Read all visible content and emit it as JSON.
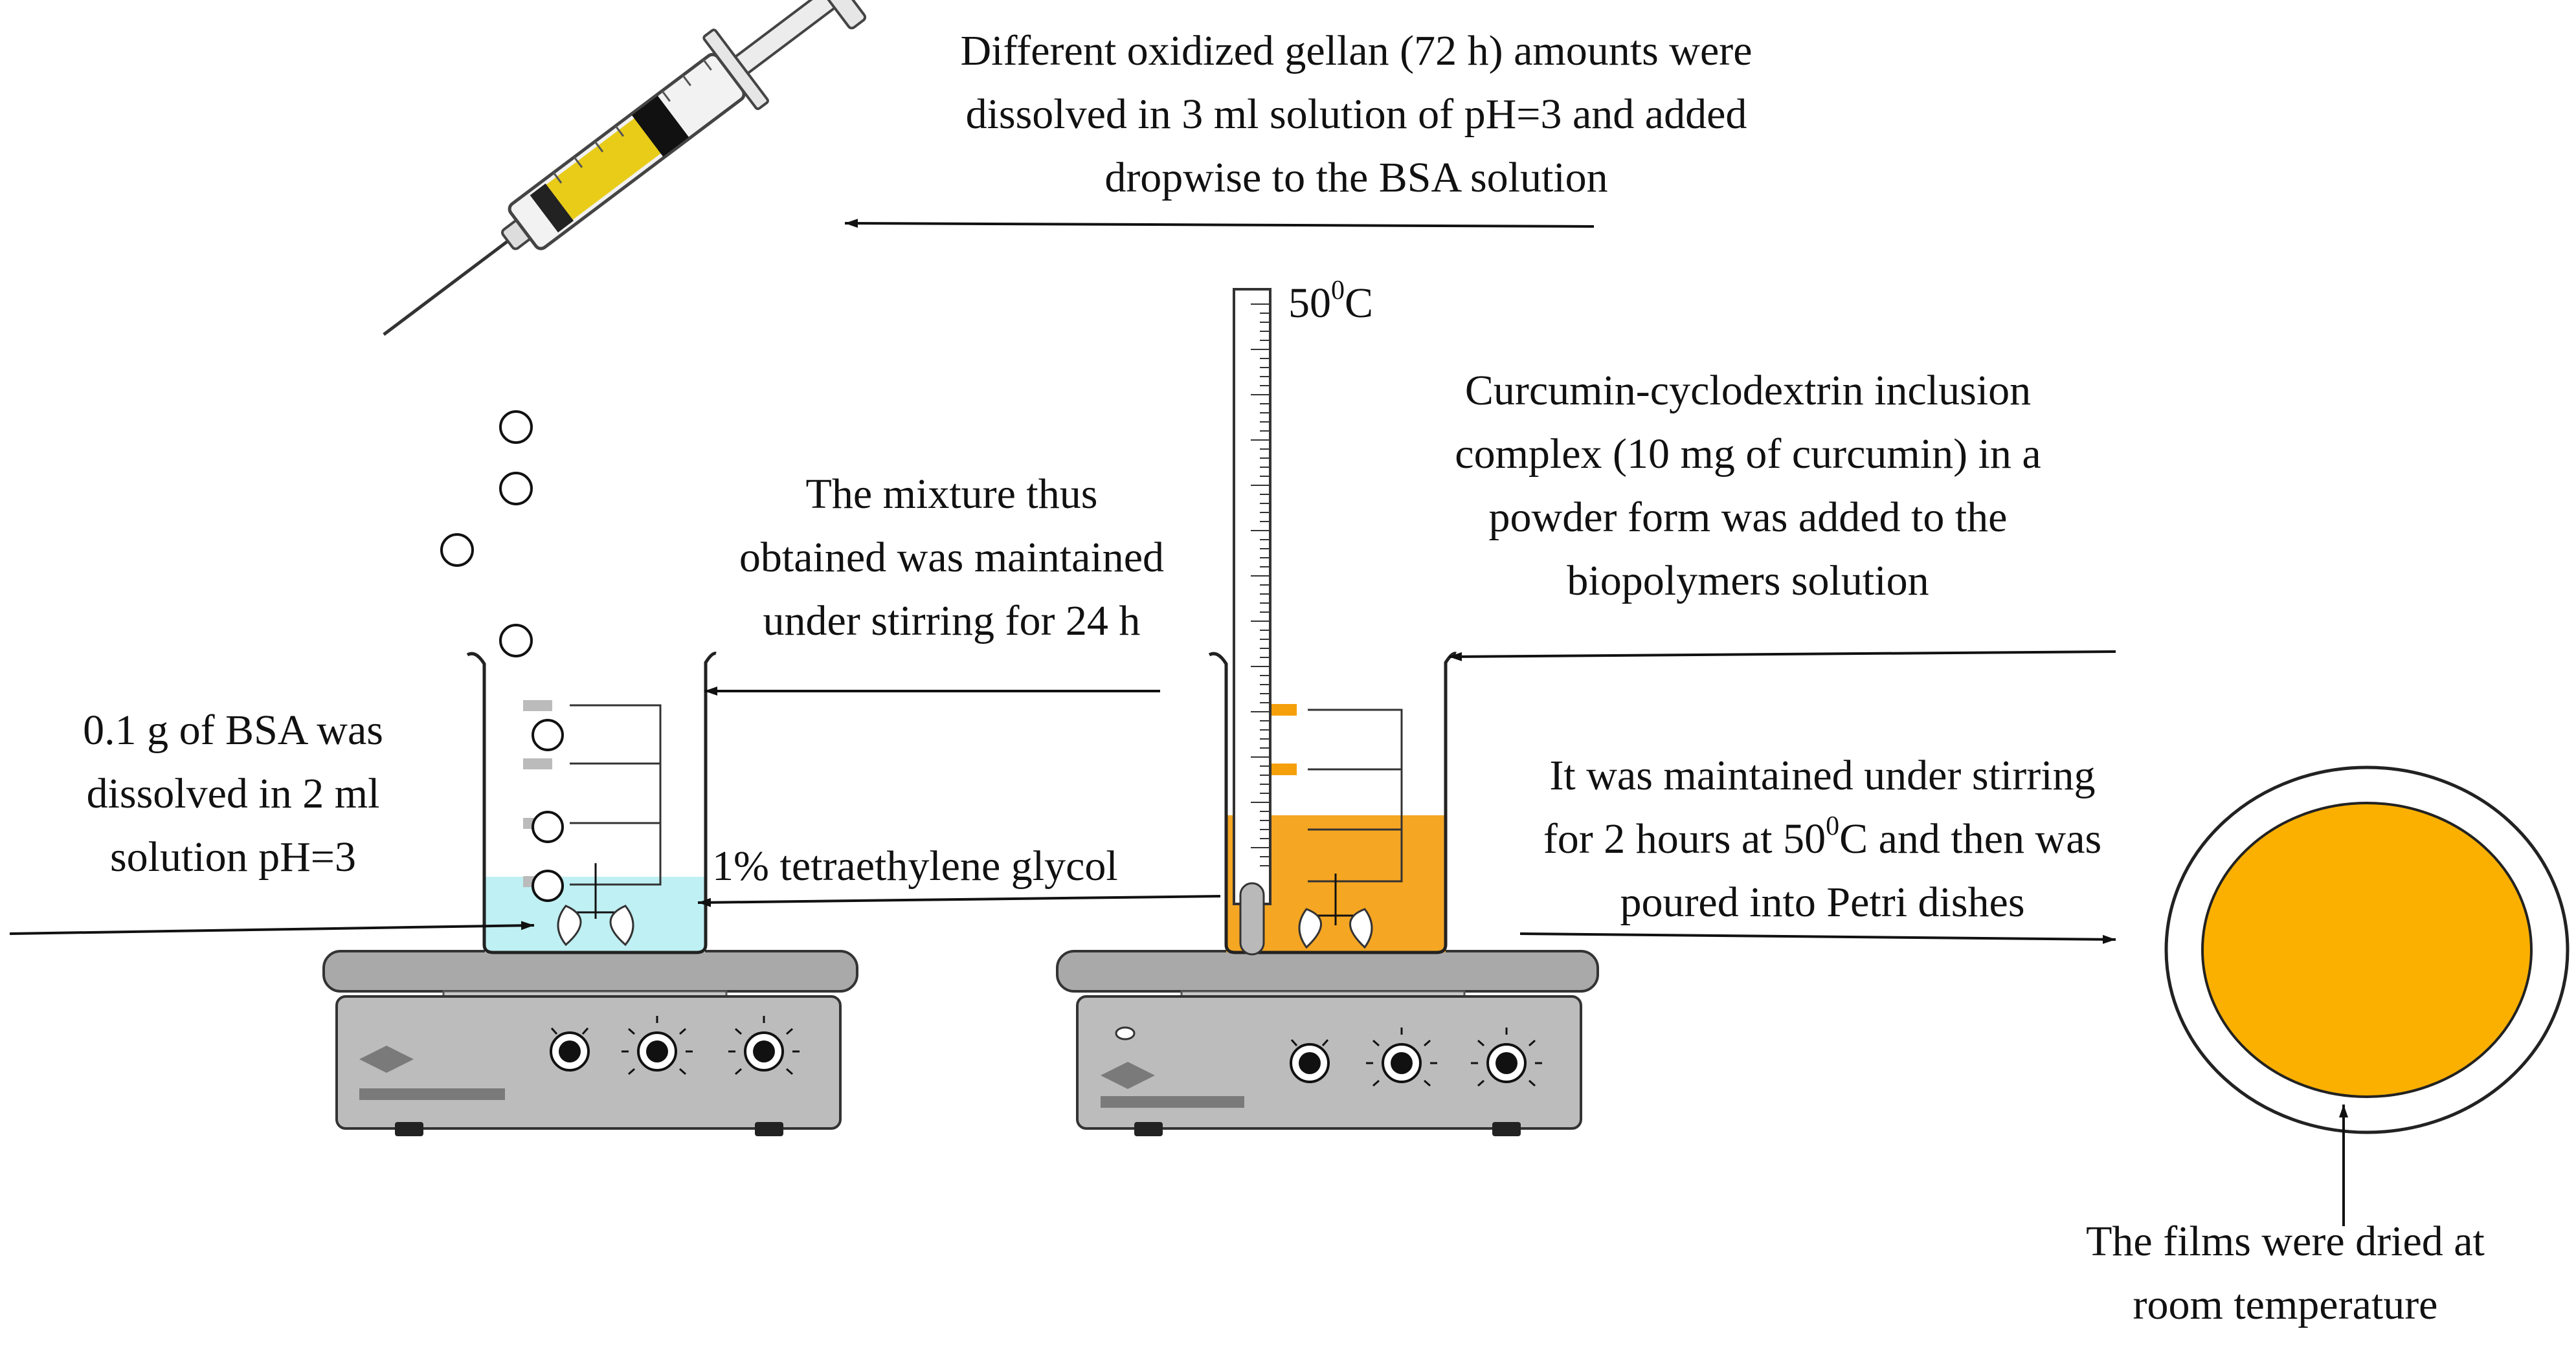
{
  "labels": {
    "syringe_note": [
      "Different oxidized gellan (72 h) amounts were",
      "dissolved in 3 ml solution of pH=3 and added",
      "dropwise to the BSA solution"
    ],
    "thermometer": {
      "value": "50",
      "unit_sup": "0",
      "unit": "C"
    },
    "curcumin_note": [
      "Curcumin-cyclodextrin inclusion",
      "complex  (10 mg of curcumin) in a",
      "powder form was added to the",
      "biopolymers solution"
    ],
    "mixture_note": [
      "The mixture thus",
      "obtained was maintained",
      "under stirring for 24 h"
    ],
    "bsa_note": [
      "0.1 g of BSA was",
      "dissolved in 2 ml",
      "solution pH=3"
    ],
    "glycol_note": "1% tetraethylene glycol",
    "stirring_note": {
      "line1": "It was maintained under stirring",
      "line2_pre": "for 2 hours at 50",
      "line2_sup": "0",
      "line2_post": "C and then was",
      "line3": "poured into Petri dishes"
    },
    "dried_note": [
      "The films were dried at",
      "room temperature"
    ]
  },
  "colors": {
    "bsa_solution": "#bff0f3",
    "curcumin_solution": "#f5a623",
    "petri_film": "#fbb000",
    "stirrer_body": "#bcbcbc",
    "stirrer_top": "#a9a9a9"
  }
}
